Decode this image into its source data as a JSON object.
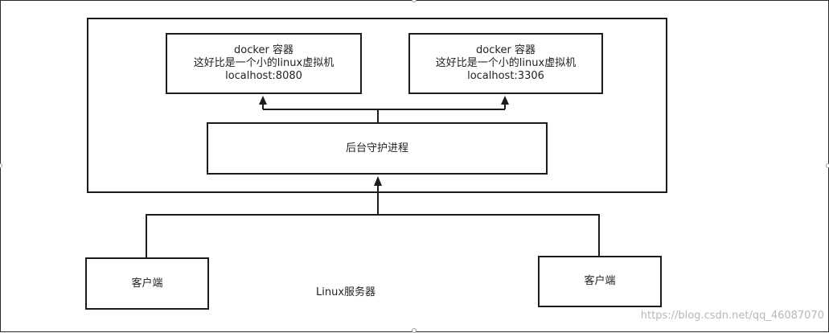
{
  "diagram": {
    "host_label": "Linux服务器",
    "daemon_label": "后台守护进程",
    "containers": [
      {
        "title": "docker 容器",
        "description": "这好比是一个小的linux虚拟机",
        "address": "localhost:8080"
      },
      {
        "title": "docker 容器",
        "description": "这好比是一个小的linux虚拟机",
        "address": "localhost:3306"
      }
    ],
    "clients": [
      {
        "label": "客户端"
      },
      {
        "label": "客户端"
      }
    ]
  },
  "watermark": "https://blog.csdn.net/qq_46087070",
  "colors": {
    "stroke": "#1c1c1c",
    "text": "#222222",
    "watermark": "#b8b8b8"
  }
}
